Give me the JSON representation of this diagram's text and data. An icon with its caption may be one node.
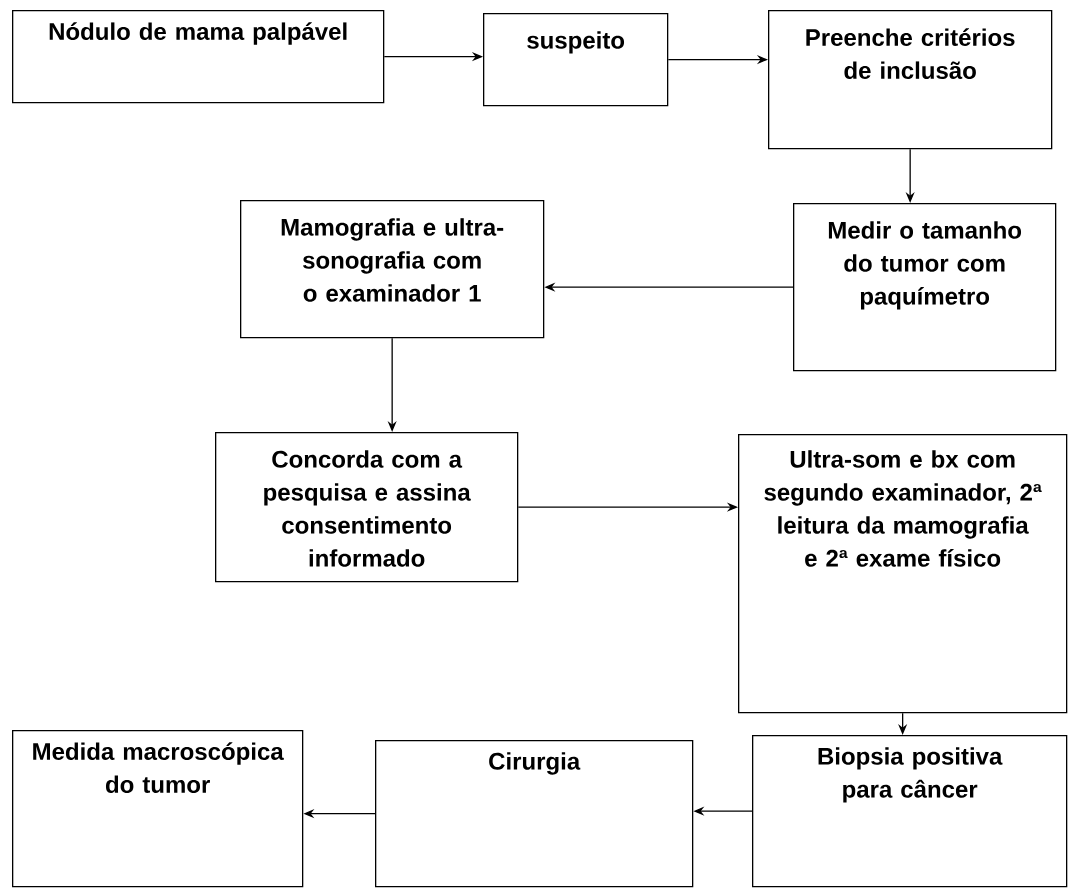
{
  "diagram": {
    "nodes": [
      {
        "text": [
          "Nódulo de mama palpável"
        ]
      },
      {
        "text": [
          "suspeito"
        ]
      },
      {
        "text": [
          "Preenche critérios de inclusão"
        ]
      },
      {
        "text": [
          "Medir o tamanho do tumor com paquímetro"
        ]
      },
      {
        "text": [
          "Mamografia e ultra-sonografia com o examinador 1"
        ]
      },
      {
        "text": [
          "Concorda com a pesquisa e assina consentimento informado"
        ]
      },
      {
        "text": [
          "Ultra-som e bx com segundo examinador, 2ª leitura da mamografia e 2ª exame físico"
        ]
      },
      {
        "text": [
          "Biopsia positiva para câncer"
        ]
      },
      {
        "text": [
          "Cirurgia"
        ]
      },
      {
        "text": [
          "Medida macroscópica do tumor"
        ]
      }
    ],
    "edges": [
      {
        "from": 0,
        "to": 1,
        "arrow": "to"
      },
      {
        "from": 1,
        "to": 2,
        "arrow": "to"
      },
      {
        "from": 2,
        "to": 3,
        "arrow": "to"
      },
      {
        "from": 3,
        "to": 4,
        "arrow": "to"
      },
      {
        "from": 4,
        "to": 5,
        "arrow": "to"
      },
      {
        "from": 5,
        "to": 6,
        "arrow": "to"
      },
      {
        "from": 6,
        "to": 7,
        "arrow": "to"
      },
      {
        "from": 7,
        "to": 8,
        "arrow": "to"
      },
      {
        "from": 8,
        "to": 9,
        "arrow": "to"
      }
    ]
  }
}
